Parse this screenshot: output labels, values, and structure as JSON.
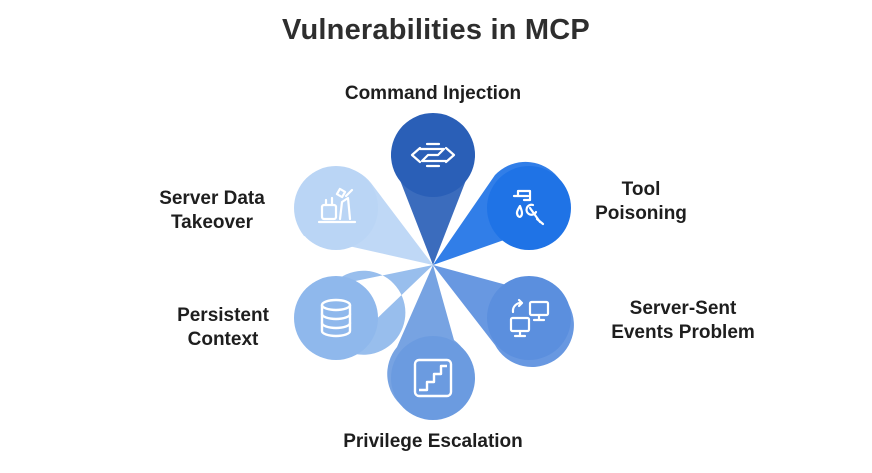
{
  "title": "Vulnerabilities in MCP",
  "items": [
    {
      "label": "Command Injection",
      "icon": "command-injection-icon",
      "color": "#2a5fb7"
    },
    {
      "label": "Tool Poisoning",
      "line1": "Tool",
      "line2": "Poisoning",
      "icon": "tool-poisoning-icon",
      "color": "#1f73e6"
    },
    {
      "label": "Server-Sent Events Problem",
      "line1": "Server-Sent",
      "line2": "Events Problem",
      "icon": "server-sent-events-icon",
      "color": "#5b8fde"
    },
    {
      "label": "Privilege Escalation",
      "icon": "stairs-icon",
      "color": "#6b9be0"
    },
    {
      "label": "Persistent Context",
      "line1": "Persistent",
      "line2": "Context",
      "icon": "database-icon",
      "color": "#8fb8ec"
    },
    {
      "label": "Server Data Takeover",
      "line1": "Server Data",
      "line2": "Takeover",
      "icon": "server-data-takeover-icon",
      "color": "#bad5f5"
    }
  ]
}
